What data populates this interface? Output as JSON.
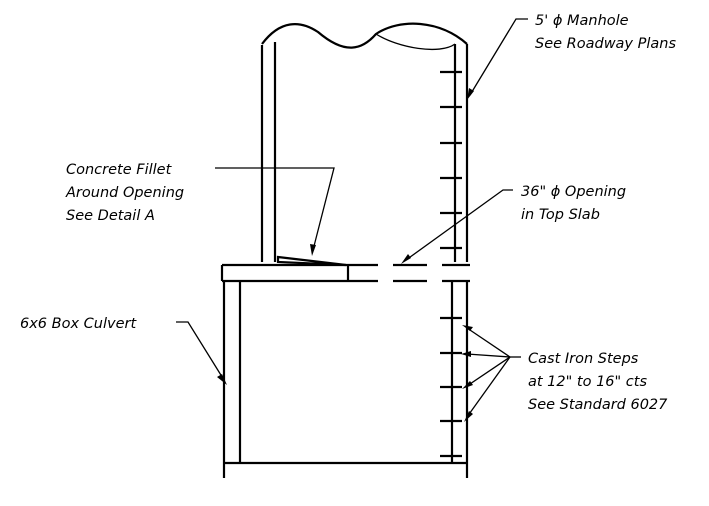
{
  "labels": {
    "manhole": [
      "5' ϕ Manhole",
      "See Roadway Plans"
    ],
    "fillet": [
      "Concrete Fillet",
      "Around Opening",
      "See Detail A"
    ],
    "opening": [
      "36\" ϕ Opening",
      "in Top Slab"
    ],
    "culvert": [
      "6x6 Box Culvert"
    ],
    "steps": [
      "Cast Iron Steps",
      "at 12\" to 16\" cts",
      "See Standard 6027"
    ]
  }
}
